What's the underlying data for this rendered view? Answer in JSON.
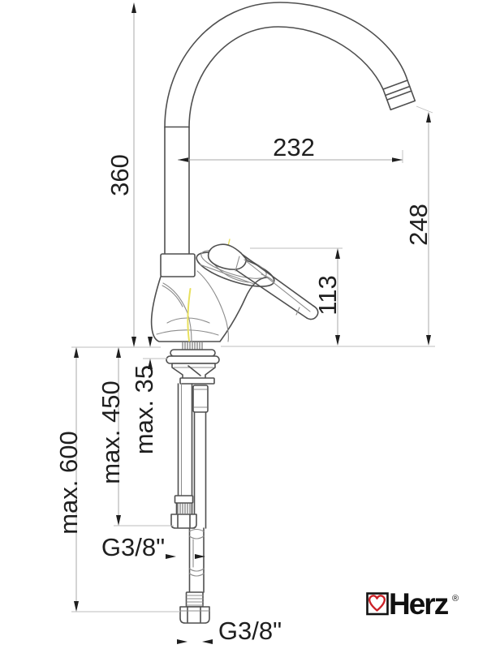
{
  "drawing": {
    "type": "faucet-installation-technical-drawing",
    "dims": {
      "spout_height": "360",
      "spout_reach": "232",
      "outlet_height": "248",
      "handle_height": "113",
      "deck_thickness": "max. 35",
      "hose_upper_length": "max. 450",
      "hose_lower_length": "max. 600",
      "thread_upper": "G3/8\"",
      "thread_lower": "G3/8\""
    },
    "colors": {
      "line": "#4f4f4f",
      "light_line": "#8c8c8c",
      "dimension_line": "#a9a9a9",
      "text": "#1f1f1f",
      "highlight_yellow": "#e8e05e",
      "logo_red": "#cc2127",
      "logo_black": "#111111",
      "background": "#ffffff"
    },
    "logo": {
      "brand": "Herz",
      "registered": "®",
      "icon": "heart-icon"
    }
  }
}
